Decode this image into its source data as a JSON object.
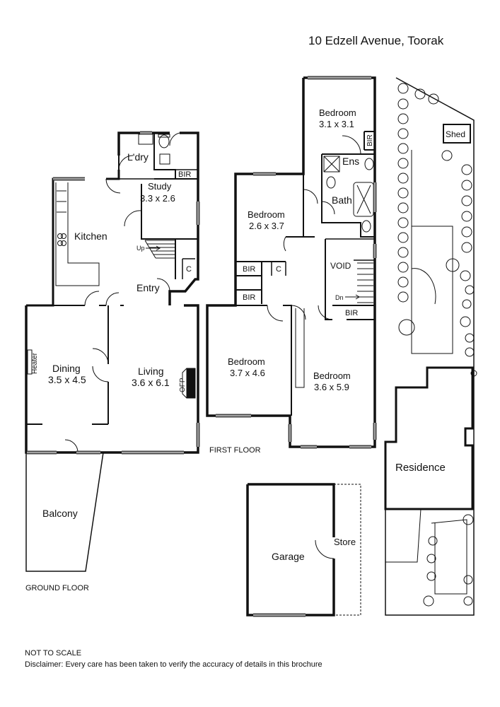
{
  "header": {
    "address": "10 Edzell Avenue, Toorak"
  },
  "floors": {
    "ground": "GROUND FLOOR",
    "first": "FIRST FLOOR"
  },
  "rooms": {
    "ldry": "L'dry",
    "kitchen": "Kitchen",
    "study": "Study",
    "study_size": "3.3 x 2.6",
    "bir_ground": "BIR",
    "closet_ground": "C",
    "up": "Up",
    "entry": "Entry",
    "heater": "Heater",
    "dining": "Dining",
    "dining_size": "3.5 x 4.5",
    "living": "Living",
    "living_size": "3.6 x 6.1",
    "ofp": "OFP",
    "balcony": "Balcony",
    "bed1": "Bedroom",
    "bed1_size": "3.1 x 3.1",
    "bir_bed1": "BIR",
    "ens": "Ens",
    "bath": "Bath",
    "bed2": "Bedroom",
    "bed2_size": "2.6 x 3.7",
    "bir_a": "BIR",
    "closet_first": "C",
    "bir_b": "BIR",
    "void": "VOID",
    "dn": "Dn",
    "bir_c": "BIR",
    "bed3": "Bedroom",
    "bed3_size": "3.7 x 4.6",
    "bed4": "Bedroom",
    "bed4_size": "3.6 x 5.9",
    "garage": "Garage",
    "store": "Store",
    "shed": "Shed",
    "residence": "Residence"
  },
  "footer": {
    "scale_note": "NOT TO SCALE",
    "disclaimer": "Disclaimer: Every care has been taken to verify the accuracy of details in this brochure"
  }
}
